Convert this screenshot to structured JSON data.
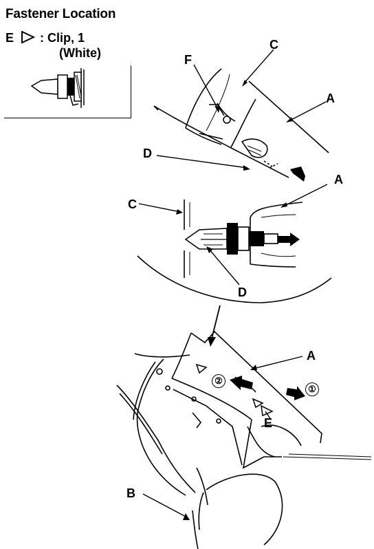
{
  "title": "Fastener Location",
  "legend": {
    "key_letter": "E",
    "symbol_icon": "triangle-outline-icon",
    "item_label": ": Clip, 1",
    "item_color_note": "(White)"
  },
  "callouts": {
    "c_top": "C",
    "f_top": "F",
    "a_top": "A",
    "d_top": "D",
    "a_mid": "A",
    "c_mid": "C",
    "d_mid": "D",
    "a_low": "A",
    "e_low": "E",
    "b_low": "B"
  },
  "steps": {
    "step1": "①",
    "step2": "②"
  }
}
